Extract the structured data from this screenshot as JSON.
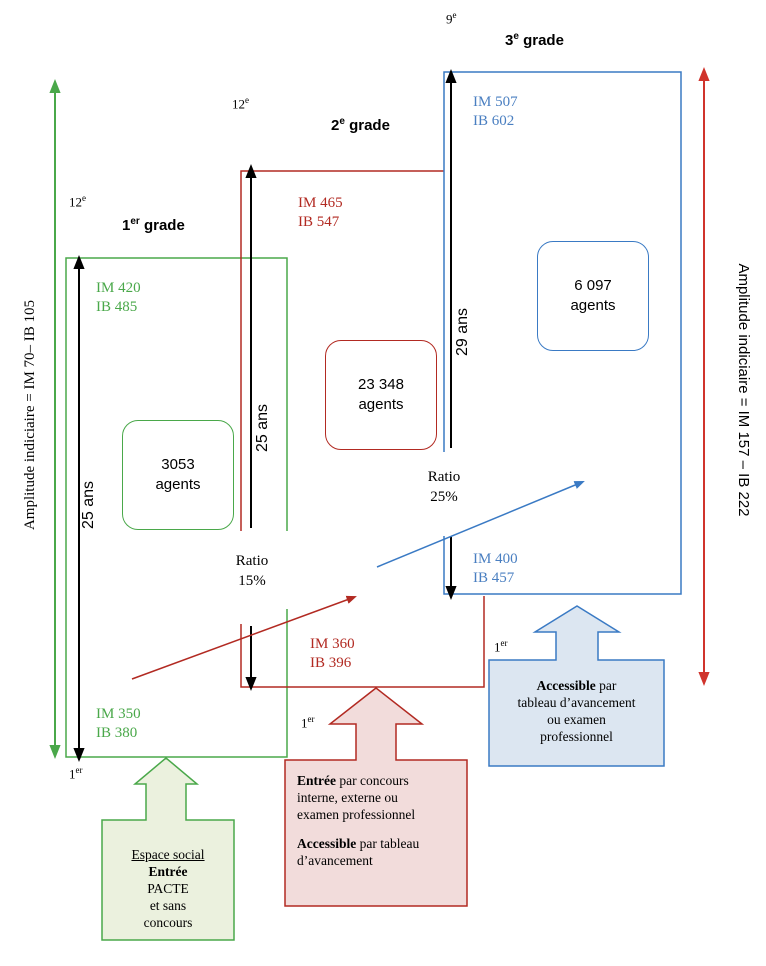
{
  "grades": {
    "g1": {
      "title_num": "1",
      "title_sup": "er",
      "title_word": "grade",
      "top_step_num": "12",
      "top_step_sup": "e",
      "bottom_step_num": "1",
      "bottom_step_sup": "er",
      "im_top": "IM 420",
      "ib_top": "IB 485",
      "im_bottom": "IM 350",
      "ib_bottom": "IB 380",
      "duration": "25 ans",
      "agents_count": "3053",
      "agents_label": "agents"
    },
    "g2": {
      "title_num": "2",
      "title_sup": "e",
      "title_word": "grade",
      "top_step_num": "12",
      "top_step_sup": "e",
      "bottom_step_num": "1",
      "bottom_step_sup": "er",
      "im_top": "IM 465",
      "ib_top": "IB 547",
      "im_bottom": "IM 360",
      "ib_bottom": "IB 396",
      "duration": "25 ans",
      "agents_count": "23 348",
      "agents_label": "agents"
    },
    "g3": {
      "title_num": "3",
      "title_sup": "e",
      "title_word": "grade",
      "top_step_num": "9",
      "top_step_sup": "e",
      "bottom_step_num": "1",
      "bottom_step_sup": "er",
      "im_top": "IM 507",
      "ib_top": "IB 602",
      "im_bottom": "IM 400",
      "ib_bottom": "IB 457",
      "duration": "29 ans",
      "agents_count": "6 097",
      "agents_label": "agents"
    }
  },
  "ratios": {
    "r1": {
      "label": "Ratio",
      "value": "15%"
    },
    "r2": {
      "label": "Ratio",
      "value": "25%"
    }
  },
  "amplitudes": {
    "left": "Amplitude indiciaire = IM 70– IB 105",
    "right": "Amplitude indiciaire = IM 157 – IB 222"
  },
  "callouts": {
    "green": {
      "line1": "Espace social",
      "line2": "Entrée",
      "line3": "PACTE",
      "line4": "et sans",
      "line5": "concours"
    },
    "red": {
      "bold1": "Entrée",
      "text1a": " par concours",
      "text1b": "interne, externe ou",
      "text1c": "examen professionnel",
      "bold2": "Accessible",
      "text2a": " par tableau",
      "text2b": "d’avancement"
    },
    "blue": {
      "bold1": "Accessible",
      "text1a": " par",
      "text1b": "tableau d’avancement",
      "text1c": "ou examen",
      "text1d": "professionnel"
    }
  },
  "colors": {
    "green": "#4aa84a",
    "red": "#b22a22",
    "blue": "#4a7fc1"
  }
}
